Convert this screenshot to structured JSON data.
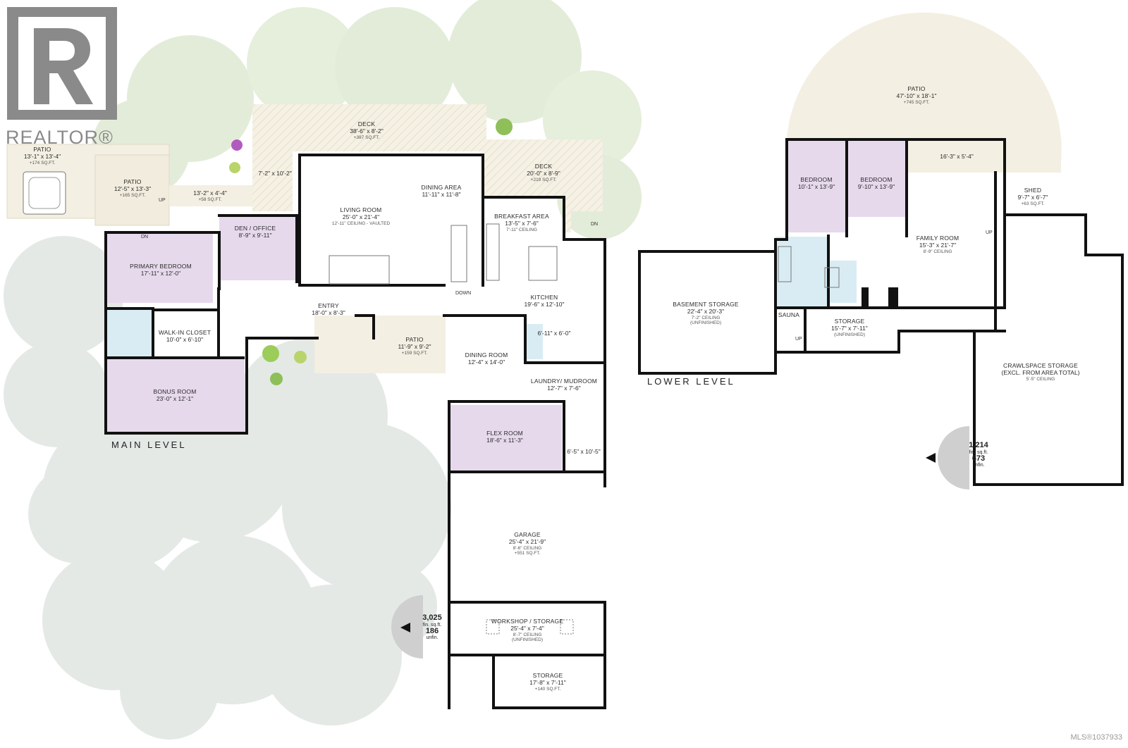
{
  "brand": {
    "logo_text": "REALTOR®"
  },
  "footer": {
    "listing_id": "MLS®1037933"
  },
  "main_level": {
    "title": "MAIN LEVEL",
    "rooms": [
      {
        "key": "patio_a",
        "name": "PATIO",
        "dims": "13'-1\" x 13'-4\"",
        "sub": "+174 SQ.FT."
      },
      {
        "key": "patio_b",
        "name": "PATIO",
        "dims": "12'-5\" x 13'-3\"",
        "sub": "+165 SQ.FT."
      },
      {
        "key": "walk",
        "name": "",
        "dims": "13'-2\" x 4'-4\"",
        "sub": "+58 SQ.FT."
      },
      {
        "key": "deck_main",
        "name": "DECK",
        "dims": "38'-6\" x 8'-2\"",
        "sub": "+387 SQ.FT."
      },
      {
        "key": "deck_east",
        "name": "DECK",
        "dims": "20'-0\" x 8'-9\"",
        "sub": "+219 SQ.FT."
      },
      {
        "key": "vestibule",
        "name": "",
        "dims": "7'-2\" x 10'-2\"",
        "sub": ""
      },
      {
        "key": "living",
        "name": "LIVING ROOM",
        "dims": "25'-0\" x 21'-4\"",
        "sub": "12'-11\" CEILING - VAULTED"
      },
      {
        "key": "dining_area",
        "name": "DINING AREA",
        "dims": "11'-11\" x 11'-8\"",
        "sub": ""
      },
      {
        "key": "breakfast",
        "name": "BREAKFAST AREA",
        "dims": "13'-5\" x 7'-6\"",
        "sub": "7'-11\" CEILING"
      },
      {
        "key": "den",
        "name": "DEN / OFFICE",
        "dims": "8'-9\" x 9'-11\"",
        "sub": ""
      },
      {
        "key": "primary",
        "name": "PRIMARY BEDROOM",
        "dims": "17'-11\" x 12'-0\"",
        "sub": ""
      },
      {
        "key": "walkin",
        "name": "WALK-IN CLOSET",
        "dims": "10'-0\" x 6'-10\"",
        "sub": ""
      },
      {
        "key": "entry",
        "name": "ENTRY",
        "dims": "18'-0\" x 8'-3\"",
        "sub": ""
      },
      {
        "key": "kitchen",
        "name": "KITCHEN",
        "dims": "19'-6\" x 12'-10\"",
        "sub": ""
      },
      {
        "key": "pantry",
        "name": "",
        "dims": "6'-11\" x 6'-0\"",
        "sub": ""
      },
      {
        "key": "patio_c",
        "name": "PATIO",
        "dims": "11'-9\" x 9'-2\"",
        "sub": "+159 SQ.FT."
      },
      {
        "key": "dining_room",
        "name": "DINING ROOM",
        "dims": "12'-4\" x 14'-0\"",
        "sub": ""
      },
      {
        "key": "bonus",
        "name": "BONUS ROOM",
        "dims": "23'-0\" x 12'-1\"",
        "sub": ""
      },
      {
        "key": "laundry",
        "name": "LAUNDRY/ MUDROOM",
        "dims": "12'-7\" x 7'-6\"",
        "sub": ""
      },
      {
        "key": "flex",
        "name": "FLEX ROOM",
        "dims": "18'-6\" x 11'-3\"",
        "sub": ""
      },
      {
        "key": "closet",
        "name": "",
        "dims": "6'-5\" x 10'-5\"",
        "sub": ""
      },
      {
        "key": "garage",
        "name": "GARAGE",
        "dims": "25'-4\" x 21'-9\"",
        "sub": "8'-6\" CEILING",
        "sub2": "+551 SQ.FT."
      },
      {
        "key": "workshop",
        "name": "WORKSHOP / STORAGE",
        "dims": "25'-4\" x 7'-4\"",
        "sub": "8'-7\" CEILING",
        "sub2": "(UNFINISHED)"
      },
      {
        "key": "storage_main",
        "name": "STORAGE",
        "dims": "17'-8\" x 7'-11\"",
        "sub": "+140 SQ.FT."
      }
    ],
    "markers": {
      "up": "UP",
      "dn": "DN",
      "down": "DOWN",
      "dn2": "DN"
    },
    "area": {
      "finished": "3,025",
      "finished_unit": "fin. sq.ft.",
      "unfinished": "186",
      "unfinished_unit": "unfin."
    }
  },
  "lower_level": {
    "title": "LOWER LEVEL",
    "rooms": [
      {
        "key": "patio_big",
        "name": "PATIO",
        "dims": "47'-10\" x 18'-1\"",
        "sub": "+745 SQ.FT."
      },
      {
        "key": "bed1",
        "name": "BEDROOM",
        "dims": "10'-1\" x 13'-9\"",
        "sub": ""
      },
      {
        "key": "bed2",
        "name": "BEDROOM",
        "dims": "9'-10\" x 13'-9\"",
        "sub": ""
      },
      {
        "key": "hall",
        "name": "",
        "dims": "16'-3\" x 5'-4\"",
        "sub": ""
      },
      {
        "key": "shed",
        "name": "SHED",
        "dims": "9'-7\" x 6'-7\"",
        "sub": "+63 SQ.FT."
      },
      {
        "key": "family",
        "name": "FAMILY ROOM",
        "dims": "15'-3\" x 21'-7\"",
        "sub": "8'-9\" CEILING"
      },
      {
        "key": "basement",
        "name": "BASEMENT STORAGE",
        "dims": "22'-4\" x 20'-3\"",
        "sub": "7'-2\" CEILING",
        "sub2": "(UNFINISHED)"
      },
      {
        "key": "sauna",
        "name": "SAUNA",
        "dims": "",
        "sub": ""
      },
      {
        "key": "storage_low",
        "name": "STORAGE",
        "dims": "15'-7\" x 7'-11\"",
        "sub": "(UNFINISHED)"
      },
      {
        "key": "crawl",
        "name": "CRAWLSPACE STORAGE",
        "dims": "(EXCL. FROM AREA TOTAL)",
        "sub": "5'-5\" CEILING"
      }
    ],
    "markers": {
      "up1": "UP",
      "up2": "UP"
    },
    "area": {
      "finished": "1,214",
      "finished_unit": "fin. sq.ft.",
      "unfinished": "673",
      "unfinished_unit": "unfin."
    }
  },
  "colors": {
    "room_fill": "#e6d9ec",
    "bath_fill": "#d9ecf3",
    "deck_fill": "#f3efe2",
    "wall": "#111111",
    "tree_green": "#dfe9d6",
    "tree_grey": "#e3e8e5"
  }
}
